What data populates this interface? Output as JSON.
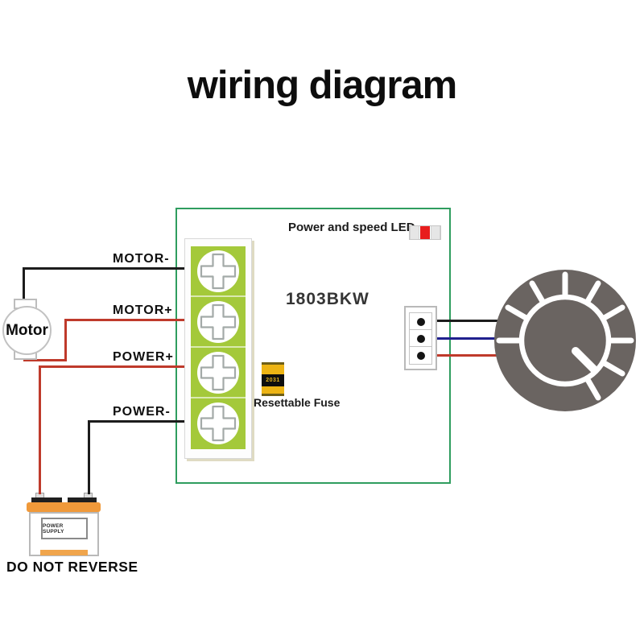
{
  "title": "wiring diagram",
  "colors": {
    "board_border": "#2f9d5f",
    "terminal_green": "#a4c93a",
    "wire_black": "#1c1c1c",
    "wire_red": "#bf3a2b",
    "wire_blue": "#20208e",
    "led_red": "#e81d1d",
    "fuse_yellow": "#edb414",
    "battery_orange": "#f0993a",
    "battery_strip_orange": "#f0a54c",
    "knob_gray": "#6a6461"
  },
  "board": {
    "model": "1803BKW",
    "led_label": "Power and speed LED",
    "fuse_code": "2031",
    "fuse_label": "Resettable Fuse"
  },
  "wire_labels": {
    "motor_minus": "MOTOR-",
    "motor_plus": "MOTOR+",
    "power_plus": "POWER+",
    "power_minus": "POWER-"
  },
  "motor": {
    "label": "Motor"
  },
  "power_supply": {
    "label": "POWER SUPPLY",
    "warning": "DO NOT REVERSE"
  },
  "icons": {
    "screw_terminal": "cross-screw-terminal",
    "led": "smd-led",
    "knob": "potentiometer-knob",
    "connector": "3-pin-connector"
  }
}
